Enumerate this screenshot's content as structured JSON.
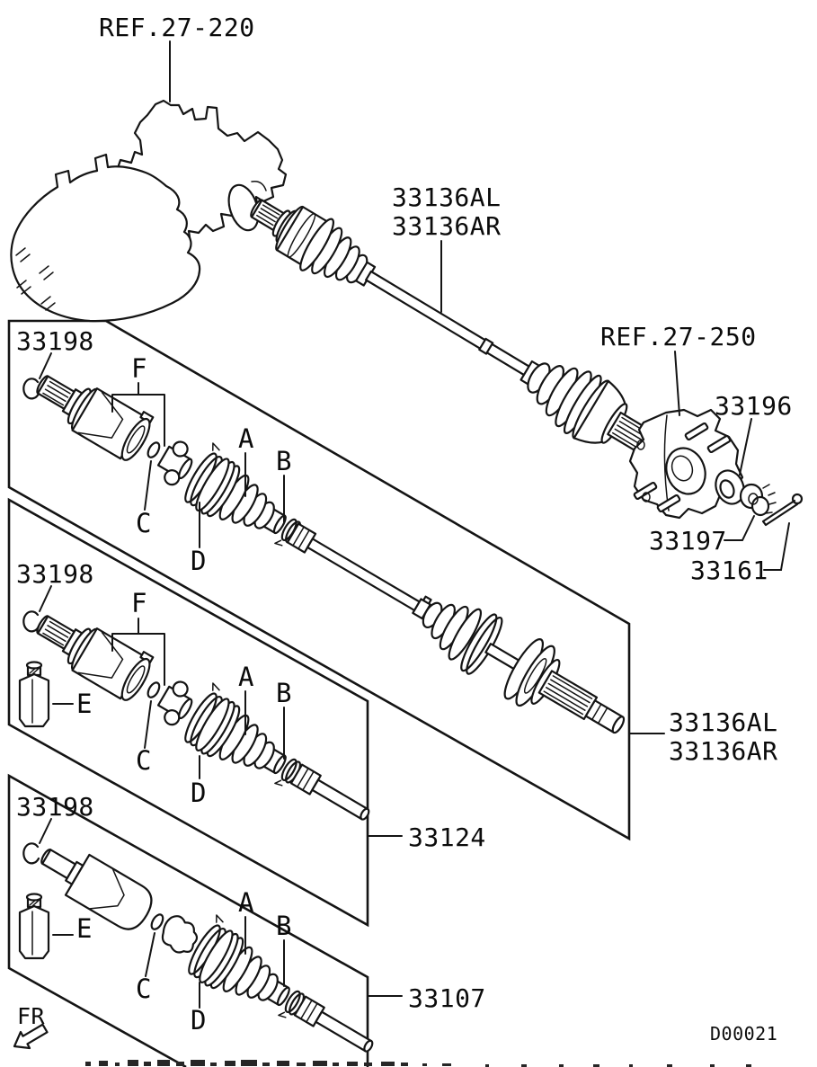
{
  "document": {
    "drawing_code": "D00021",
    "front_indicator": "FR"
  },
  "references": {
    "transaxle_ref": "REF.27-220",
    "knuckle_ref": "REF.27-250"
  },
  "driveshaft": {
    "label_left": "33136AL",
    "label_right": "33136AR"
  },
  "parts": {
    "snap_ring": "33198",
    "washer": "33196",
    "drive_shaft_nut": "33197",
    "cotter_pin": "33161",
    "boot_kit": "33124",
    "joint_kit": "33107"
  },
  "callouts": {
    "a": "A",
    "b": "B",
    "c": "C",
    "d": "D",
    "e": "E",
    "f": "F"
  }
}
